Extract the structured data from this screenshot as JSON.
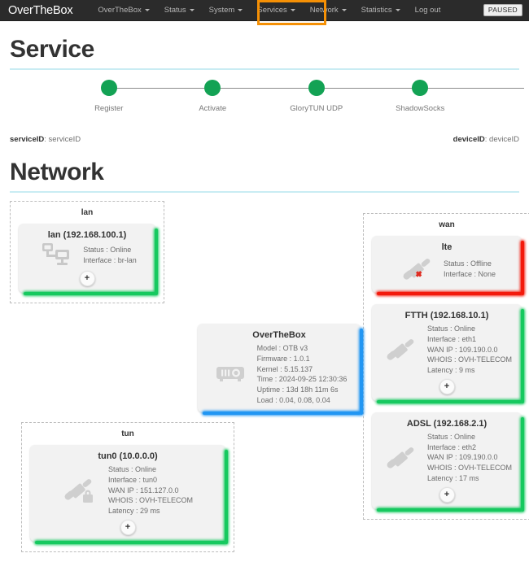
{
  "navbar": {
    "brand": "OverTheBox",
    "items": [
      {
        "label": "OverTheBox",
        "caret": true
      },
      {
        "label": "Status",
        "caret": true
      },
      {
        "label": "System",
        "caret": true
      },
      {
        "label": "Services",
        "caret": true
      },
      {
        "label": "Network",
        "caret": true
      },
      {
        "label": "Statistics",
        "caret": true
      },
      {
        "label": "Log out",
        "caret": false
      }
    ],
    "status_badge": "PAUSED",
    "highlight_color": "#f59005",
    "highlighted_item": "Network"
  },
  "service": {
    "title": "Service",
    "steps": [
      {
        "label": "Register",
        "state": "done"
      },
      {
        "label": "Activate",
        "state": "done"
      },
      {
        "label": "GloryTUN UDP",
        "state": "done"
      },
      {
        "label": "ShadowSocks",
        "state": "done"
      }
    ],
    "step_color": "#13a254",
    "service_id_label": "serviceID",
    "service_id_value": "serviceID",
    "device_id_label": "deviceID",
    "device_id_value": "deviceID"
  },
  "network": {
    "title": "Network",
    "groups": {
      "lan": {
        "title": "lan",
        "card": {
          "title": "lan (192.168.100.1)",
          "icon": "sitemap-icon",
          "accent": "green",
          "lines": [
            "Status : Online",
            "Interface : br-lan"
          ],
          "plus": "+"
        }
      },
      "wan": {
        "title": "wan",
        "cards": [
          {
            "title": "lte",
            "icon": "plug-broken-icon",
            "accent": "red",
            "lines": [
              "Status : Offline",
              "Interface : None"
            ],
            "plus": null
          },
          {
            "title": "FTTH (192.168.10.1)",
            "icon": "plug-icon",
            "accent": "green",
            "lines": [
              "Status : Online",
              "Interface : eth1",
              "WAN IP : 109.190.0.0",
              "WHOIS : OVH-TELECOM",
              "Latency : 9 ms"
            ],
            "plus": "+"
          },
          {
            "title": "ADSL (192.168.2.1)",
            "icon": "plug-icon",
            "accent": "green",
            "lines": [
              "Status : Online",
              "Interface : eth2",
              "WAN IP : 109.190.0.0",
              "WHOIS : OVH-TELECOM",
              "Latency : 17 ms"
            ],
            "plus": "+"
          }
        ]
      },
      "tun": {
        "title": "tun",
        "card": {
          "title": "tun0 (10.0.0.0)",
          "icon": "plug-lock-icon",
          "accent": "green",
          "lines": [
            "Status : Online",
            "Interface : tun0",
            "WAN IP : 151.127.0.0",
            "WHOIS : OVH-TELECOM",
            "Latency : 29 ms"
          ],
          "plus": "+"
        }
      }
    },
    "device_card": {
      "title": "OverTheBox",
      "icon": "projector-icon",
      "accent": "blue",
      "lines": [
        "Model : OTB v3",
        "Firmware : 1.0.1",
        "Kernel : 5.15.137",
        "Time : 2024-09-25 12:30:36",
        "Uptime : 13d 18h 11m 6s",
        "Load : 0.04, 0.08, 0.04"
      ]
    }
  }
}
